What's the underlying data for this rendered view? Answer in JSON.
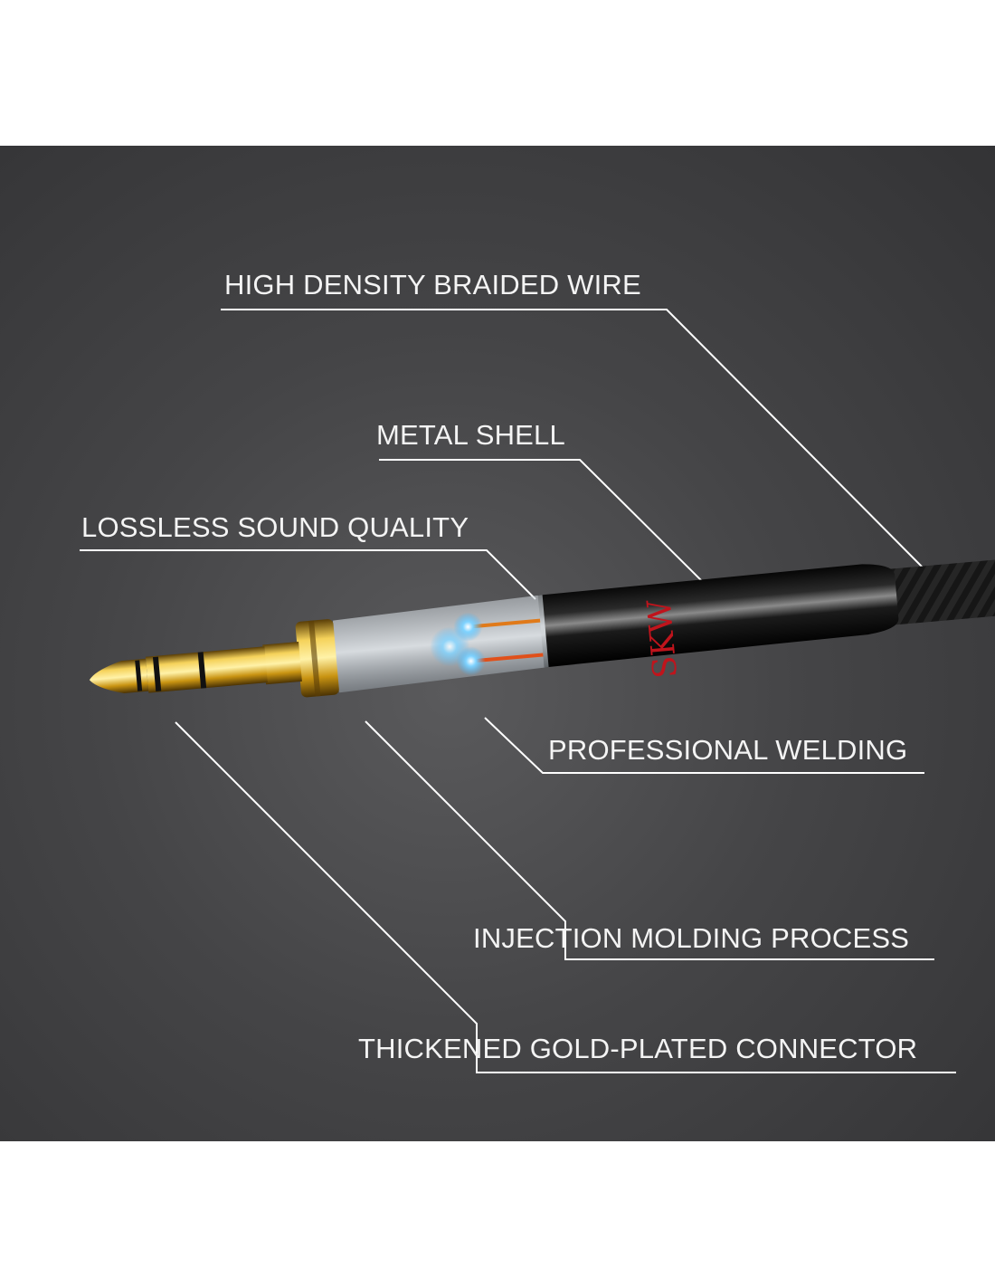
{
  "labels": {
    "braided_wire": "HIGH DENSITY BRAIDED WIRE",
    "metal_shell": "METAL SHELL",
    "lossless_sound": "LOSSLESS SOUND QUALITY",
    "professional_welding": "PROFESSIONAL WELDING",
    "injection_molding": "INJECTION MOLDING PROCESS",
    "gold_plated_connector": "THICKENED GOLD-PLATED CONNECTOR"
  },
  "brand_mark": "SKW",
  "colors": {
    "background": "#444446",
    "label_text": "#f4f4f4",
    "leader_lines": "#ffffff",
    "gold": "#d4a017",
    "shell": "#141414",
    "brand": "#c0141c",
    "glow": "#3fb6ff"
  }
}
